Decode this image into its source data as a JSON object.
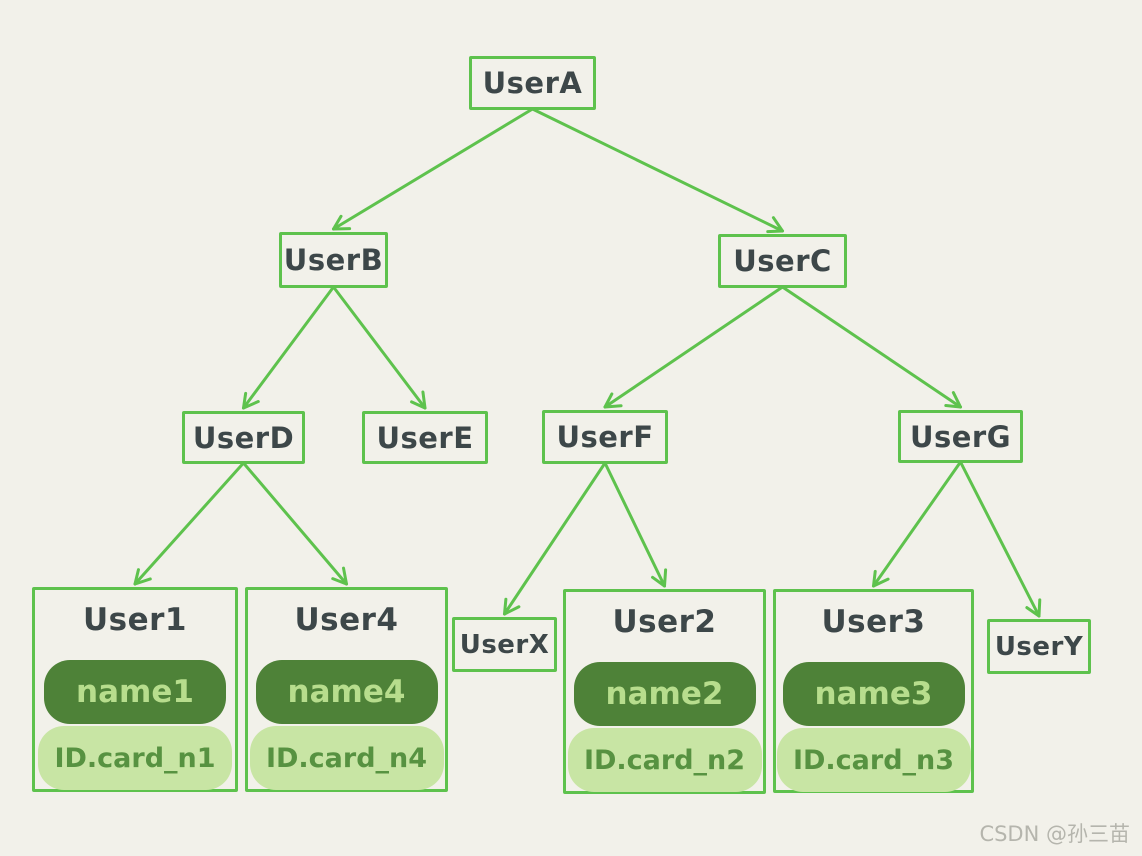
{
  "colors": {
    "background": "#f2f1ea",
    "accent": "#5ec24d",
    "node_text": "#3d4749",
    "name_pill_bg": "#4e8238",
    "name_pill_text": "#b7dd8d",
    "id_pill_bg": "#c8e5a4",
    "id_pill_text": "#579241",
    "watermark_text": "#b5b5ad"
  },
  "nodes": {
    "userA": {
      "label": "UserA"
    },
    "userB": {
      "label": "UserB"
    },
    "userC": {
      "label": "UserC"
    },
    "userD": {
      "label": "UserD"
    },
    "userE": {
      "label": "UserE"
    },
    "userF": {
      "label": "UserF"
    },
    "userG": {
      "label": "UserG"
    },
    "userX": {
      "label": "UserX"
    },
    "userY": {
      "label": "UserY"
    }
  },
  "cards": {
    "user1": {
      "title": "User1",
      "name": "name1",
      "id_card": "ID.card_n1"
    },
    "user4": {
      "title": "User4",
      "name": "name4",
      "id_card": "ID.card_n4"
    },
    "user2": {
      "title": "User2",
      "name": "name2",
      "id_card": "ID.card_n2"
    },
    "user3": {
      "title": "User3",
      "name": "name3",
      "id_card": "ID.card_n3"
    }
  },
  "edges": [
    {
      "from": "userA",
      "to": "userB"
    },
    {
      "from": "userA",
      "to": "userC"
    },
    {
      "from": "userB",
      "to": "userD"
    },
    {
      "from": "userB",
      "to": "userE"
    },
    {
      "from": "userC",
      "to": "userF"
    },
    {
      "from": "userC",
      "to": "userG"
    },
    {
      "from": "userD",
      "to": "user1"
    },
    {
      "from": "userD",
      "to": "user4"
    },
    {
      "from": "userF",
      "to": "userX"
    },
    {
      "from": "userF",
      "to": "user2"
    },
    {
      "from": "userG",
      "to": "user3"
    },
    {
      "from": "userG",
      "to": "userY"
    }
  ],
  "watermark": "CSDN @孙三苗"
}
